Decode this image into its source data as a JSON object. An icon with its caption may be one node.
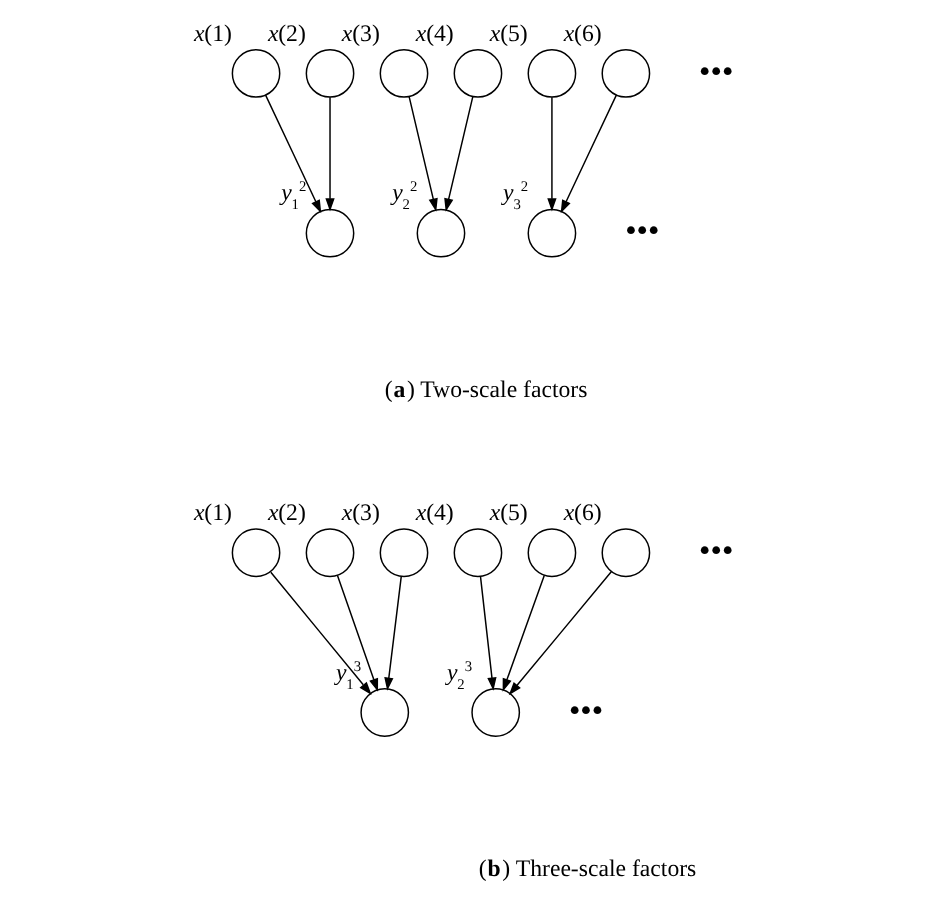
{
  "diagram": {
    "nodes": [
      {
        "text": [
          "*x*(1)"
        ]
      },
      {
        "text": [
          "*x*(2)"
        ]
      },
      {
        "text": [
          "*x*(3)"
        ]
      },
      {
        "text": [
          "*x*(4)"
        ]
      },
      {
        "text": [
          "*x*(5)"
        ]
      },
      {
        "text": [
          "*x*(6)"
        ]
      },
      {
        "text": [
          "*y*$_{1}$$^{2}$"
        ]
      },
      {
        "text": [
          "*y*$_{2}$$^{2}$"
        ]
      },
      {
        "text": [
          "*y*$_{3}$$^{2}$"
        ]
      },
      {
        "text": [
          "*x*(1)"
        ]
      },
      {
        "text": [
          "*x*(2)"
        ]
      },
      {
        "text": [
          "*x*(3)"
        ]
      },
      {
        "text": [
          "*x*(4)"
        ]
      },
      {
        "text": [
          "*x*(5)"
        ]
      },
      {
        "text": [
          "*x*(6)"
        ]
      },
      {
        "text": [
          "*y*$_{1}$$^{3}$"
        ]
      },
      {
        "text": [
          "*y*$_{2}$$^{3}$"
        ]
      }
    ],
    "edges": [
      {
        "from": 0,
        "to": 6,
        "arrow": "to"
      },
      {
        "from": 1,
        "to": 6,
        "arrow": "to"
      },
      {
        "from": 2,
        "to": 7,
        "arrow": "to"
      },
      {
        "from": 3,
        "to": 7,
        "arrow": "to"
      },
      {
        "from": 4,
        "to": 8,
        "arrow": "to"
      },
      {
        "from": 5,
        "to": 8,
        "arrow": "to"
      },
      {
        "from": 9,
        "to": 15,
        "arrow": "to"
      },
      {
        "from": 10,
        "to": 15,
        "arrow": "to"
      },
      {
        "from": 11,
        "to": 15,
        "arrow": "to"
      },
      {
        "from": 12,
        "to": 16,
        "arrow": "to"
      },
      {
        "from": 13,
        "to": 16,
        "arrow": "to"
      },
      {
        "from": 14,
        "to": 16,
        "arrow": "to"
      }
    ],
    "labels": [
      "•••",
      "•••",
      "(**a**) Two-scale factors",
      "•••",
      "•••",
      "(**b**) Three-scale factors"
    ]
  }
}
